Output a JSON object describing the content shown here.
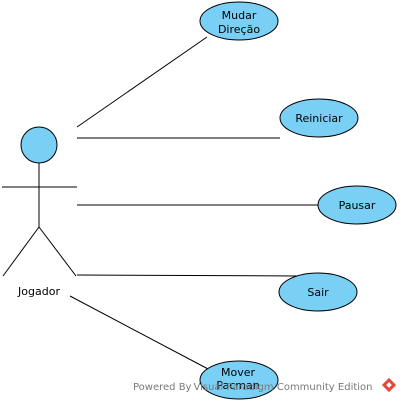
{
  "actor": {
    "name": "Jogador"
  },
  "use_cases": [
    {
      "label_lines": [
        "Mudar",
        "Direção"
      ]
    },
    {
      "label_lines": [
        "Reiniciar"
      ]
    },
    {
      "label_lines": [
        "Pausar"
      ]
    },
    {
      "label_lines": [
        "Sair"
      ]
    },
    {
      "label_lines": [
        "Mover",
        "Pacman"
      ]
    }
  ],
  "watermark": {
    "text": "Powered By Visual Paradigm Community Edition"
  },
  "colors": {
    "use_case_fill": "#7acff5",
    "line": "#000000",
    "logo": "#e8463c"
  },
  "icons": {
    "logo": "visual-paradigm-logo-icon"
  }
}
